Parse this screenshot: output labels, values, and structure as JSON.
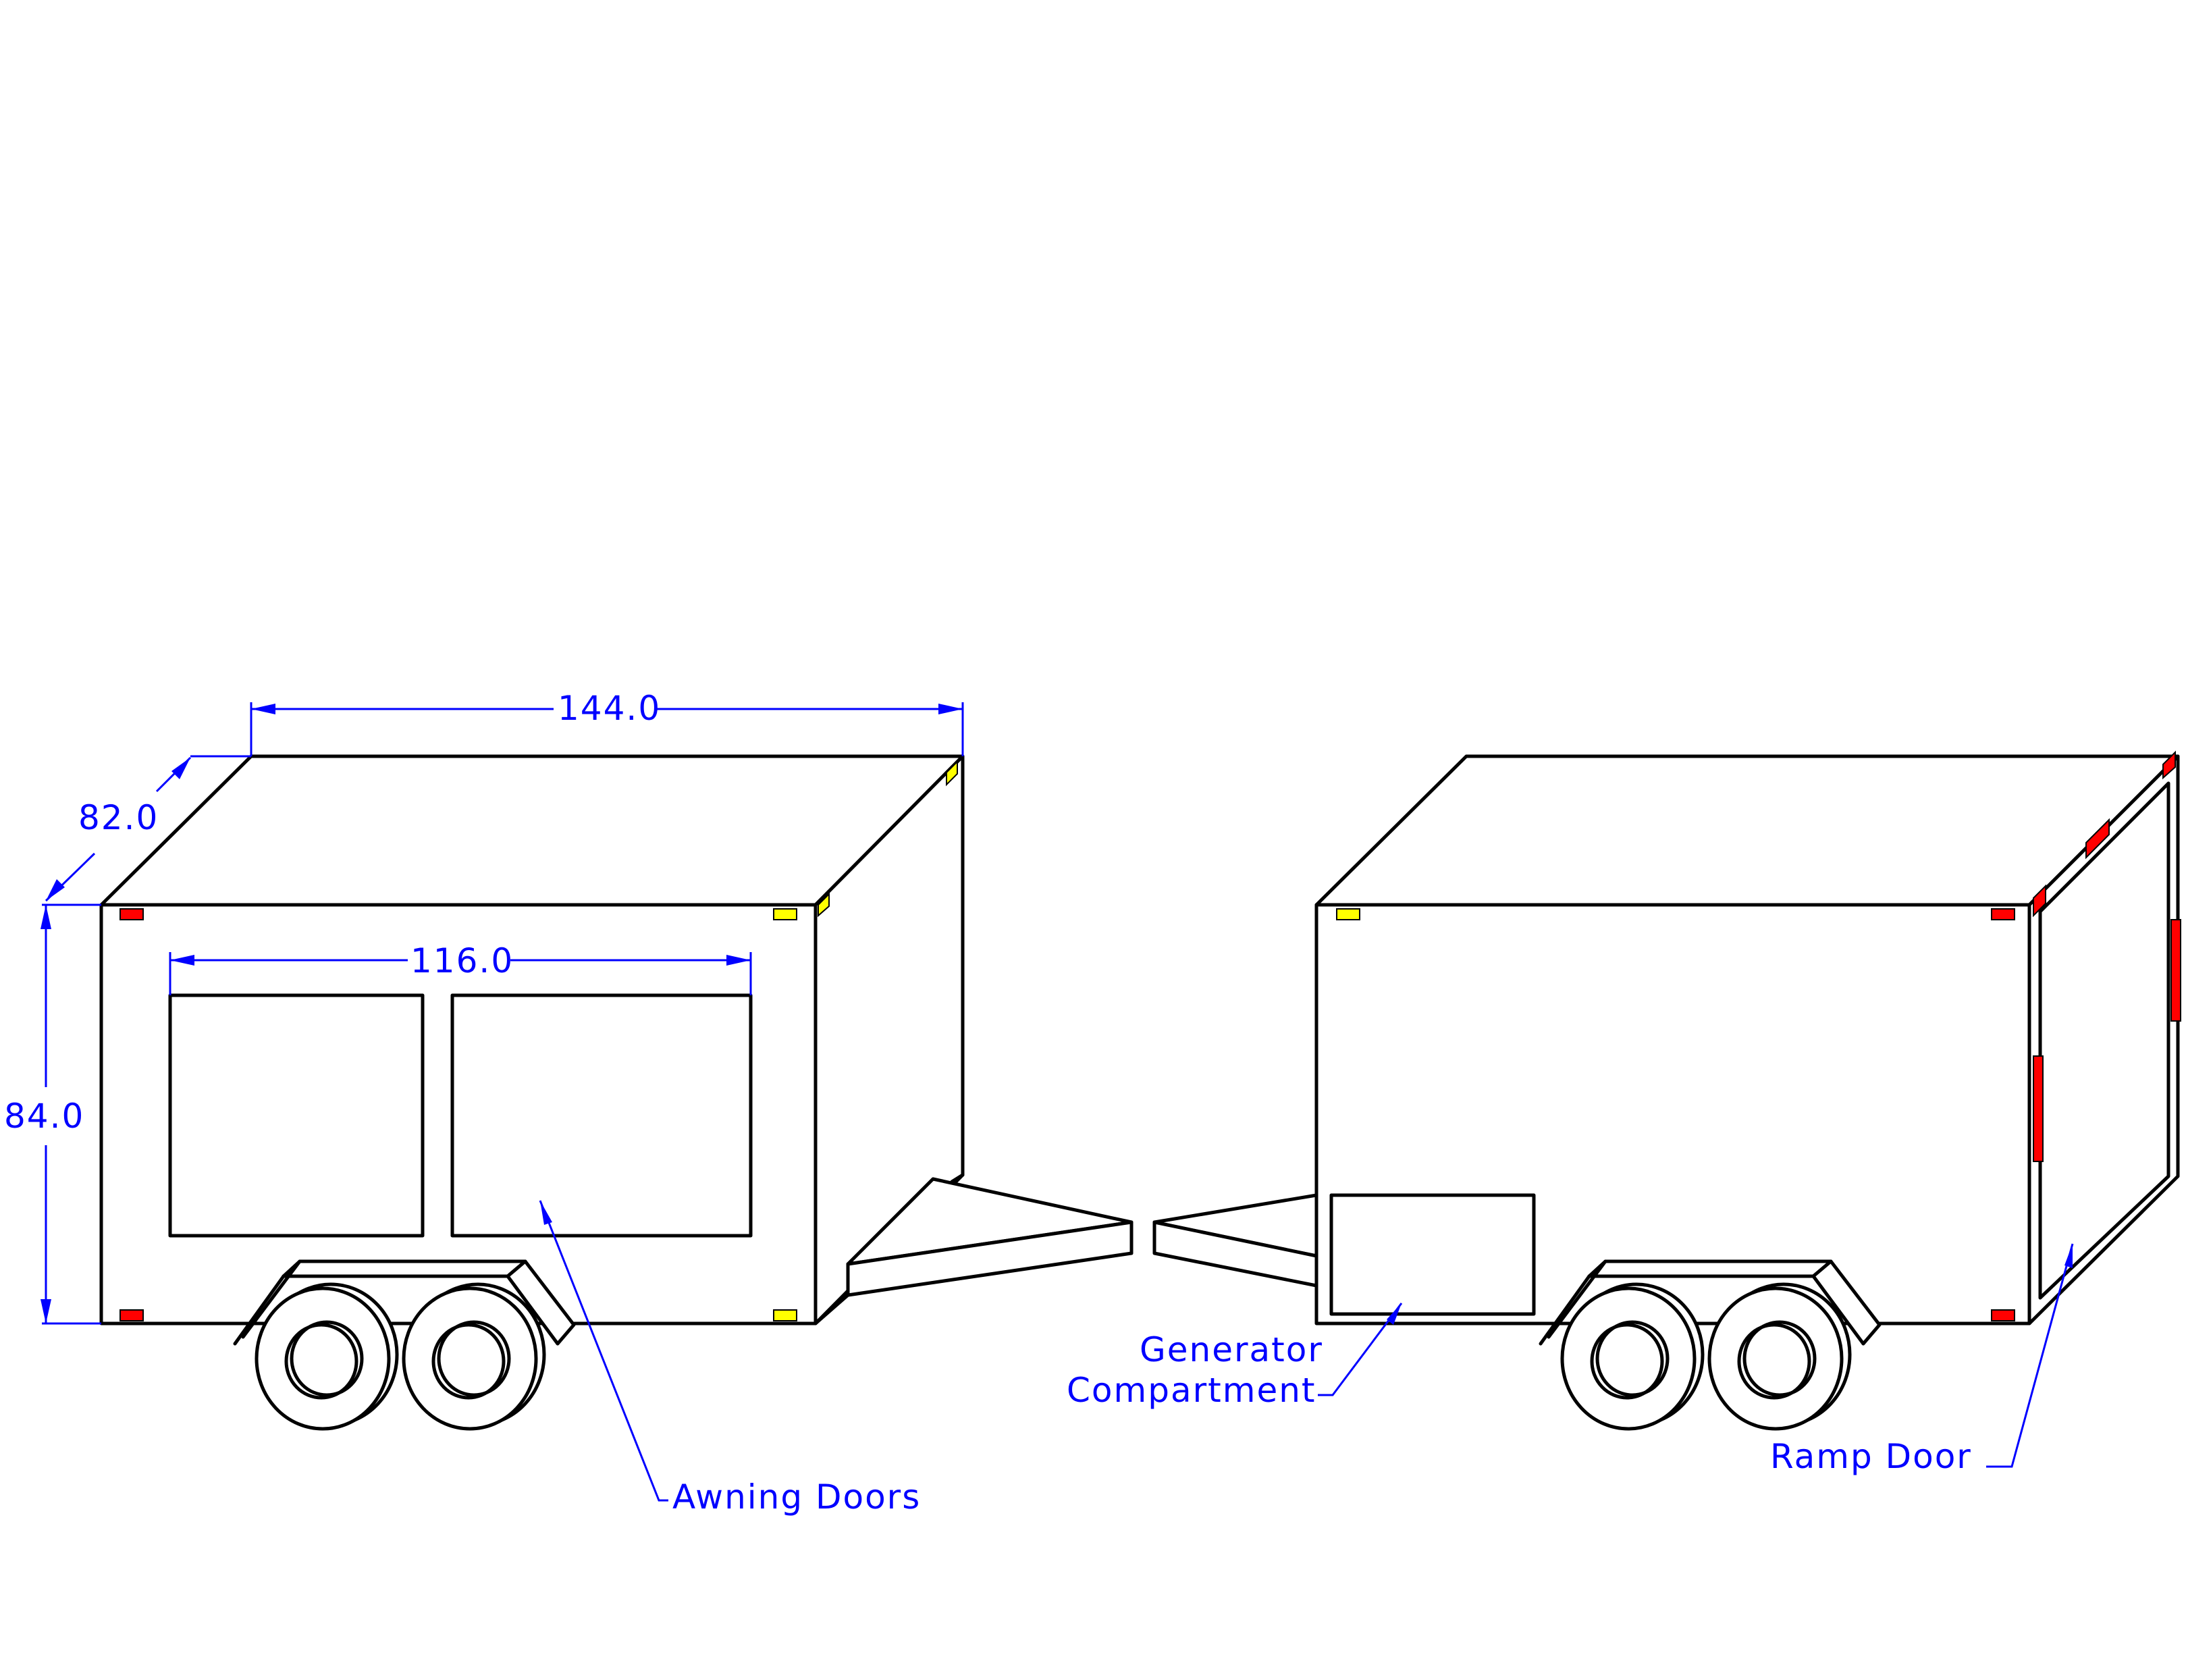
{
  "dimensions": {
    "length": "144.0",
    "width": "82.0",
    "height": "84.0",
    "door_span": "116.0"
  },
  "callouts": {
    "awning_doors": "Awning Doors",
    "generator_line1": "Generator",
    "generator_line2": "Compartment",
    "ramp_door": "Ramp Door"
  },
  "colors": {
    "outline": "#000000",
    "dimension": "#0000ff",
    "tail_light": "#ff0000",
    "marker_light": "#ffff00"
  }
}
